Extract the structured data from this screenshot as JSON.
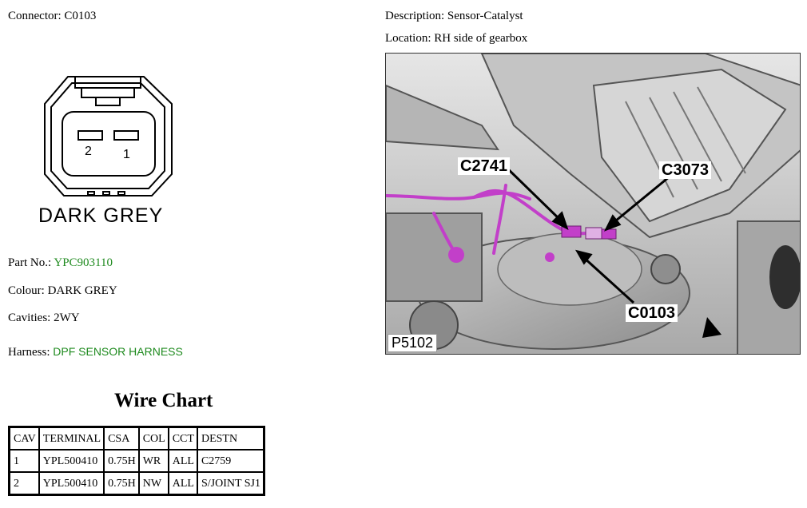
{
  "connector": {
    "label": "Connector:",
    "value": "C0103"
  },
  "description": {
    "label": "Description:",
    "value": "Sensor-Catalyst"
  },
  "location": {
    "label": "Location:",
    "value": "RH side of gearbox"
  },
  "diagram": {
    "pin_left": "2",
    "pin_right": "1",
    "colour_caption": "DARK GREY"
  },
  "part_no": {
    "label": "Part No.:",
    "value": "YPC903110"
  },
  "colour": {
    "label": "Colour:",
    "value": "DARK GREY"
  },
  "cavities": {
    "label": "Cavities:",
    "value": "2WY"
  },
  "harness": {
    "label": "Harness:",
    "value": "DPF SENSOR HARNESS"
  },
  "wire_chart": {
    "title": "Wire Chart",
    "headers": [
      "CAV",
      "TERMINAL",
      "CSA",
      "COL",
      "CCT",
      "DESTN"
    ],
    "rows": [
      [
        "1",
        "YPL500410",
        "0.75H",
        "WR",
        "ALL",
        "C2759"
      ],
      [
        "2",
        "YPL500410",
        "0.75H",
        "NW",
        "ALL",
        "S/JOINT SJ1"
      ]
    ]
  },
  "photo": {
    "labels": {
      "c2741": "C2741",
      "c3073": "C3073",
      "c0103": "C0103"
    },
    "ref": "P5102"
  },
  "colors": {
    "link_green": "#1e8a1e",
    "harness_magenta": "#c23fc9"
  }
}
